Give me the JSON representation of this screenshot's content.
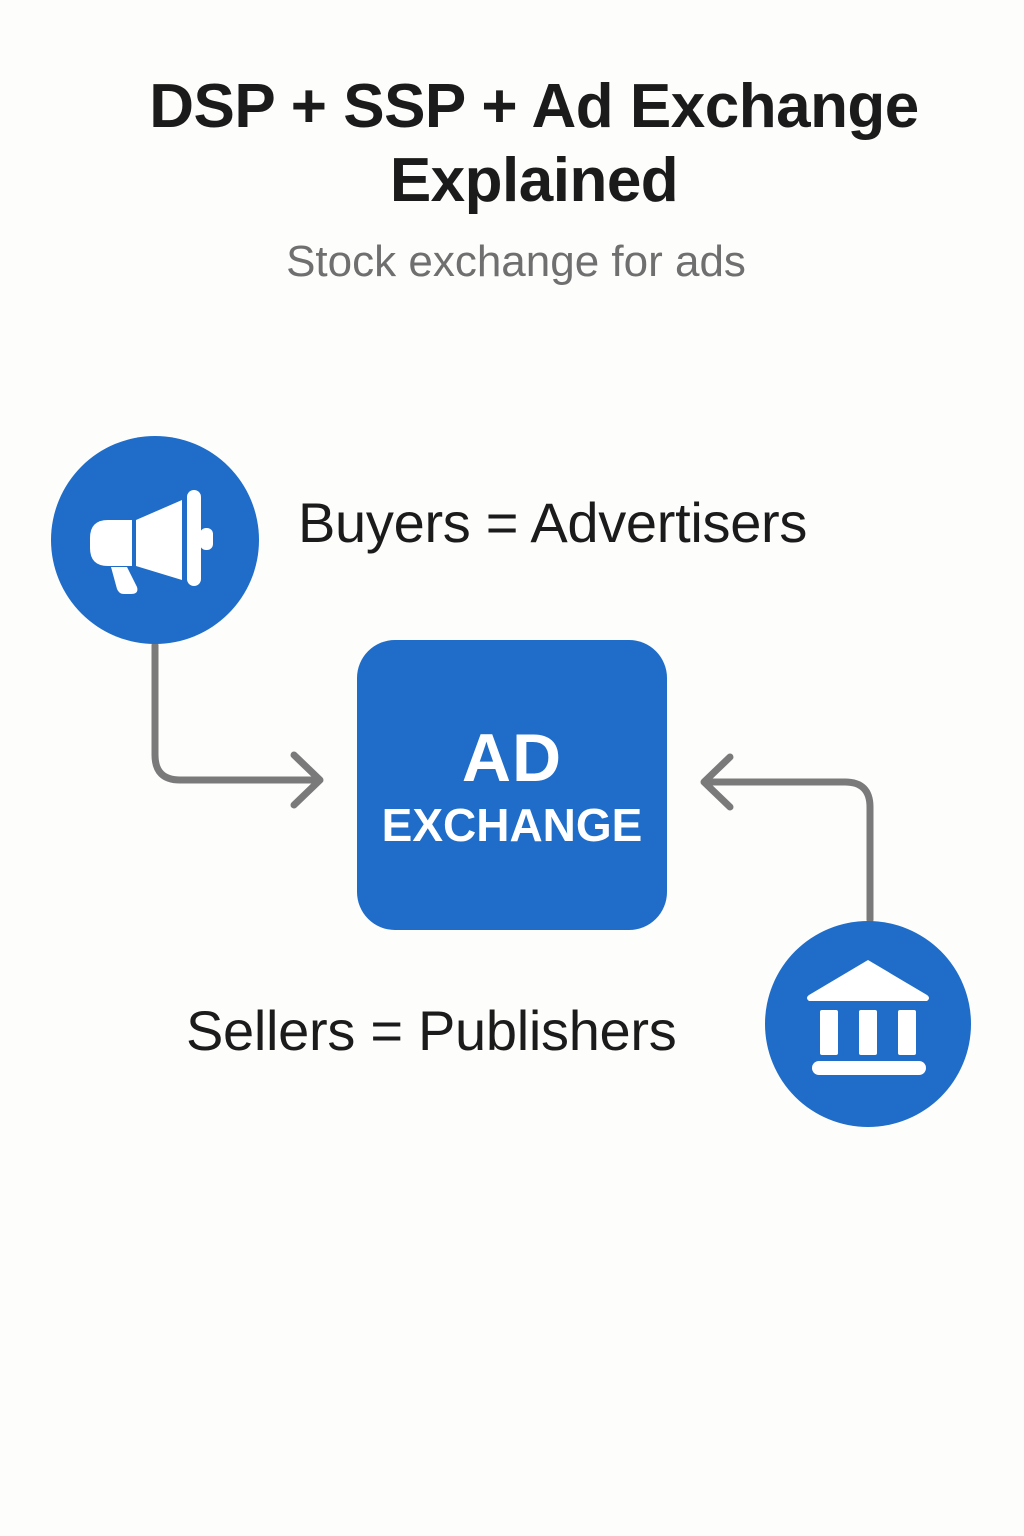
{
  "header": {
    "title": "DSP + SSP + Ad Exchange Explained",
    "subtitle": "Stock exchange for ads"
  },
  "buyers": {
    "label": "Buyers = Advertisers",
    "icon": "megaphone-icon"
  },
  "sellers": {
    "label": "Sellers = Publishers",
    "icon": "bank-icon"
  },
  "exchange": {
    "line1": "AD",
    "line2": "EXCHANGE"
  },
  "colors": {
    "accent": "#1f6dc8",
    "connector": "#7a7a7a",
    "text": "#1b1b1b",
    "subtitle": "#6f6f6f",
    "background": "#fdfdfc"
  }
}
